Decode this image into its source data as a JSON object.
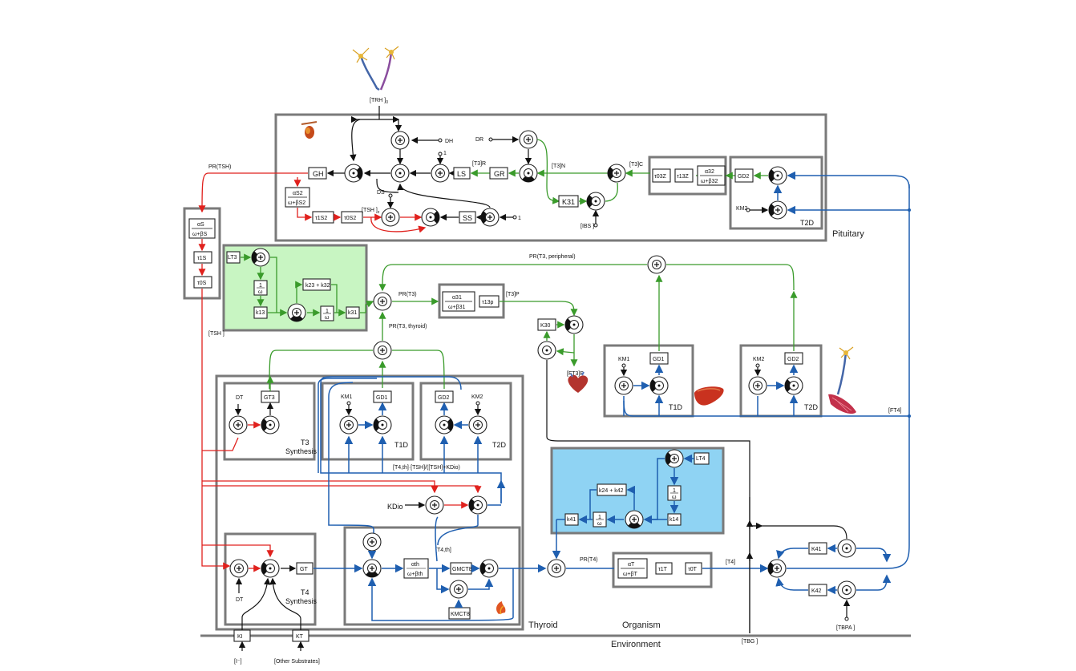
{
  "regions": {
    "pituitary": "Pituitary",
    "thyroid": "Thyroid",
    "organism": "Organism",
    "environment": "Environment",
    "t2d_pit": "T2D",
    "t3_synthesis": "T3\nSynthesis",
    "t1d_thy": "T1D",
    "t2d_thy": "T2D",
    "t4_synthesis": "T4\nSynthesis",
    "t1d_per": "T1D",
    "t2d_per": "T2D"
  },
  "signals": {
    "trh": "[TRH ]",
    "trh_sub": "0",
    "pr_tsh": "PR(TSH)",
    "tsh": "[TSH ]",
    "tsh_z": "[TSH ]",
    "tsh_z_sub": "z",
    "ibs": "[IBS ]",
    "t3r": "[T3]R",
    "t3n": "[T3]N",
    "t3c": "[T3]C",
    "pr_t3": "PR(T3)",
    "pr_t3_per": "PR(T3, peripheral)",
    "pr_t3_thy": "PR(T3, thyroid)",
    "t3p": "[T3]P",
    "ft3p": "[FT3]P",
    "ft4": "[FT4]",
    "t4_th": "[T4,th]",
    "pr_t4": "PR(T4)",
    "t4": "[T4]",
    "tbg": "[TBG ]",
    "tbpa": "[TBPA ]",
    "iodide": "[I⁻]",
    "other_substrates": "[Other Substrates]",
    "kdio": "KDio",
    "t4th_formula": "[T4,th]·[TSH]/([TSH]+KDio)"
  },
  "blocks": {
    "gh": "GH",
    "ls": "LS",
    "gr": "GR",
    "ss": "SS",
    "k31": "K31",
    "gd2": "GD2",
    "ts1": "τ1S",
    "ts0": "τ0S",
    "ts12": "τ1S2",
    "tos2": "τ0S2",
    "t03z": "τ03Z",
    "t13z": "τ13Z",
    "k30": "K30",
    "t13p": "τ13p",
    "gt3": "GT3",
    "gd1": "GD1",
    "gt": "GT",
    "gmct8": "GMCT8",
    "kmct8": "KMCT8",
    "tt": "τ1T",
    "t0t": "τ0T",
    "k41": "K41",
    "k42": "K42",
    "ki": "KI",
    "kt": "KT",
    "dh": "DH",
    "dr": "DR",
    "ds": "DS",
    "dt": "DT",
    "km1": "KM1",
    "km2": "KM2",
    "one": "1"
  },
  "fractions": {
    "as_bs": {
      "num": "αS",
      "den": "ω+βS"
    },
    "as2_bs2": {
      "num": "αS2",
      "den": "ω+βS2"
    },
    "a32_b32": {
      "num": "α32",
      "den": "ω+β32"
    },
    "a31_b31": {
      "num": "α31",
      "den": "ω+β31"
    },
    "at_bt": {
      "num": "αT",
      "den": "ω+βT"
    },
    "ath_bth": {
      "num": "αth",
      "den": "ω+βth"
    },
    "one_over_w": {
      "num": "1",
      "den": "ω"
    }
  },
  "green_box": {
    "lt3": "LT3",
    "k13": "k13",
    "k31": "k31",
    "k23k32": "k23 + k32"
  },
  "blue_box": {
    "lt4": "LT4",
    "k14": "k14",
    "k41": "k41",
    "k24k42": "k24 + k42"
  },
  "colors": {
    "tsh_path": "#e0211d",
    "t3_path": "#3a9b2b",
    "t4_path": "#1f5fb0",
    "green_fill": "#c8f5c2",
    "blue_fill": "#8fd3f3",
    "region_border": "#7a7a7a"
  }
}
